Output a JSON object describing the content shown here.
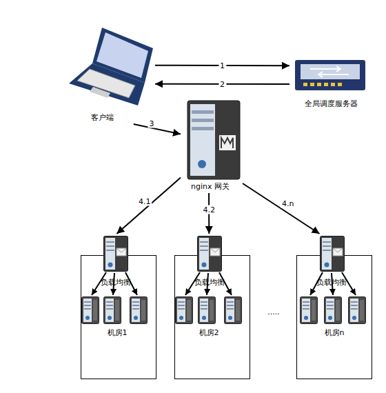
{
  "diagram": {
    "nodes": [
      {
        "text": [
          "客户端"
        ]
      },
      {
        "text": [
          "全局调度服务器"
        ]
      },
      {
        "text": [
          "nginx 网关"
        ]
      },
      {
        "text": [
          "机房1"
        ]
      },
      {
        "text": [
          "负载均衡"
        ],
        "in": 3
      },
      {
        "text": [
          "机房2"
        ]
      },
      {
        "text": [
          "负载均衡"
        ],
        "in": 5
      },
      {
        "text": [
          "机房n"
        ]
      },
      {
        "text": [
          "负载均衡"
        ],
        "in": 7
      }
    ],
    "edges": [
      {
        "from": 0,
        "to": 1,
        "label": "1",
        "arrow": "to"
      },
      {
        "from": 1,
        "to": 0,
        "label": "2",
        "arrow": "to"
      },
      {
        "from": 0,
        "to": 2,
        "label": "3",
        "arrow": "to"
      },
      {
        "from": 2,
        "to": 4,
        "label": "4.1",
        "arrow": "to"
      },
      {
        "from": 2,
        "to": 6,
        "label": "4.2",
        "arrow": "to"
      },
      {
        "from": 2,
        "to": 8,
        "label": "4.n",
        "arrow": "to"
      }
    ],
    "labels": [
      "....."
    ]
  }
}
